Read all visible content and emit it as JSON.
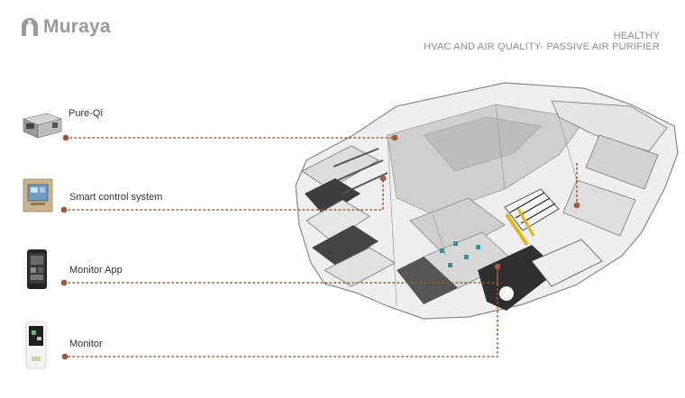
{
  "brand": {
    "name": "Muraya",
    "logo_icon": "muraya-arch-logo-icon"
  },
  "heading": {
    "line1": "HEALTHY",
    "line2": "HVAC AND AIR QUALITY- PASSIVE AIR PURIFIER"
  },
  "items": [
    {
      "label": "Pure-Qi",
      "icon": "purifier-unit-icon"
    },
    {
      "label": "Smart control system",
      "icon": "control-panel-icon"
    },
    {
      "label": "Monitor App",
      "icon": "smartphone-icon"
    },
    {
      "label": "Monitor",
      "icon": "air-monitor-icon"
    }
  ],
  "colors": {
    "connector": "#9c5a44",
    "brand": "#9a9a9a",
    "heading": "#8e8e8e",
    "plan_gray": "#d9d9d9",
    "plan_dark": "#3a3a3a"
  }
}
